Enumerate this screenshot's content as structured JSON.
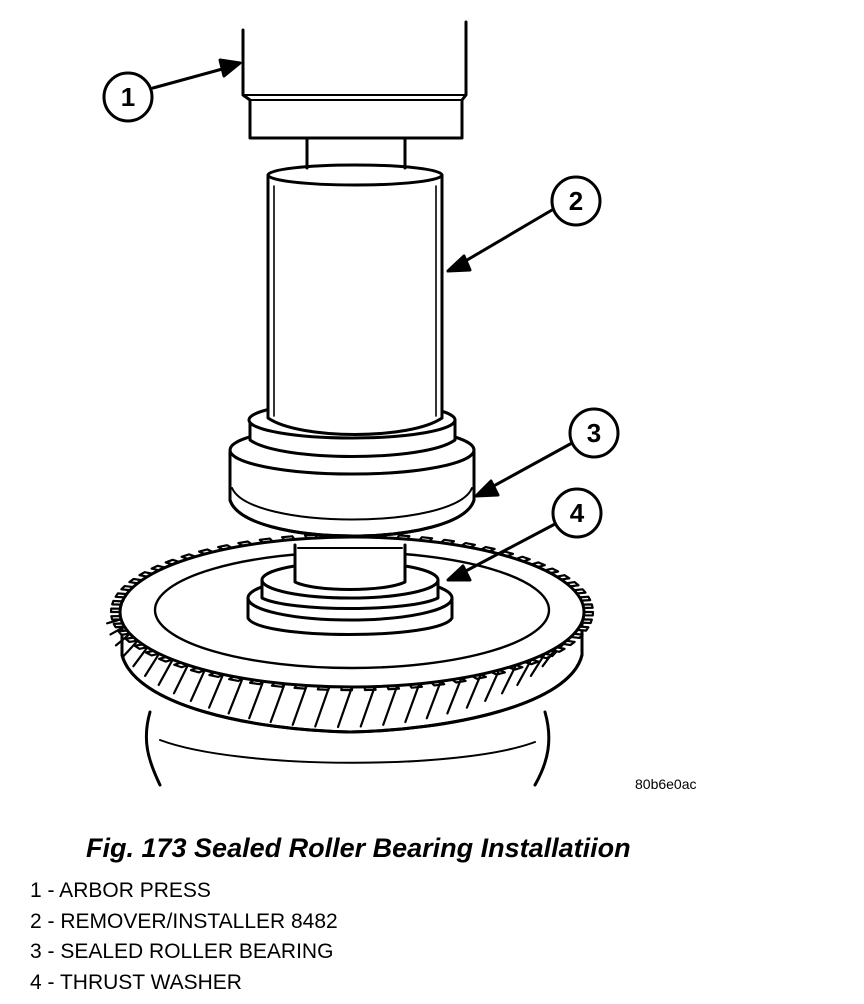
{
  "image_code": "80b6e0ac",
  "caption": "Fig. 173 Sealed Roller Bearing Installatiion",
  "callouts": [
    "1",
    "2",
    "3",
    "4"
  ],
  "legend": [
    "1 - ARBOR PRESS",
    "2 - REMOVER/INSTALLER 8482",
    "3 - SEALED ROLLER BEARING",
    "4 - THRUST WASHER"
  ]
}
